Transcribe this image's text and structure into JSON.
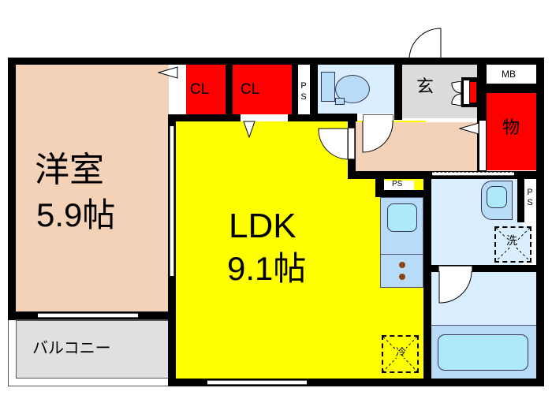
{
  "floor_plan": {
    "colors": {
      "western_room": "#f3d2b8",
      "ldk": "#ffff00",
      "closet": "#ff0000",
      "wet_area": "#d9efff",
      "fixture": "#b8dbf7",
      "entrance": "#dcdcdc",
      "balcony": "#e0e0e0",
      "wall": "#000000"
    },
    "rooms": {
      "western_room": {
        "name": "洋室",
        "size": "5.9帖"
      },
      "ldk": {
        "name": "LDK",
        "size": "9.1帖"
      },
      "balcony": {
        "name": "バルコニー"
      },
      "closet_1": {
        "name": "CL"
      },
      "closet_2": {
        "name": "CL"
      },
      "entrance": {
        "name": "玄"
      },
      "storage": {
        "name": "物"
      },
      "meter_box": {
        "name": "MB"
      },
      "pipe_space_1": {
        "name": "PS"
      },
      "pipe_space_2": {
        "name": "PS"
      },
      "pipe_space_3": {
        "name": "PS"
      },
      "washer_space": {
        "name": "洗"
      },
      "fridge_space": {
        "name": "冷"
      }
    }
  }
}
